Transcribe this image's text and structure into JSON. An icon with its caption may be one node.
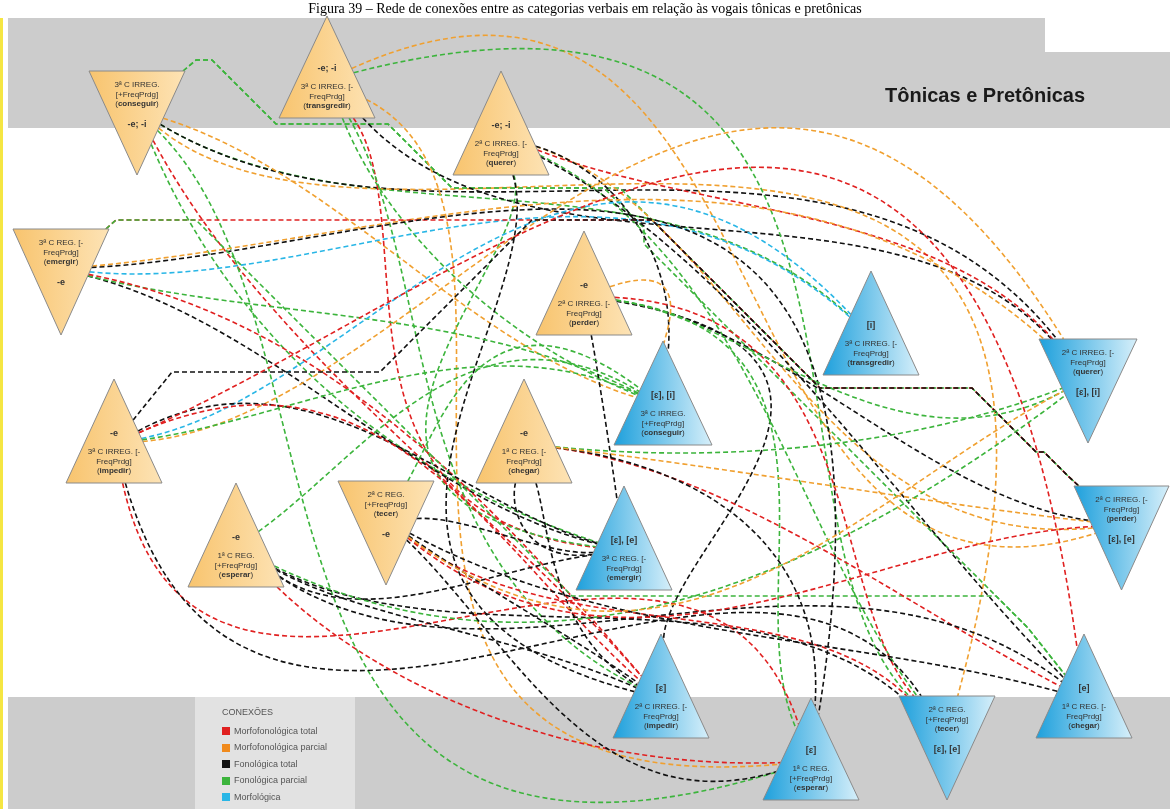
{
  "diagram": {
    "caption": "Figura 39 – Rede de conexões entre as categorias verbais em relação às vogais tônicas e pretônicas",
    "title": "Tônicas e Pretônicas",
    "nodes": [
      {
        "text": [
          "3ª C IRREG. [+FreqPrdg] (**conseguir**)",
          "-e; -i"
        ]
      },
      {
        "text": [
          "-e; -i",
          "3ª C IRREG. [- FreqPrdg] (**transgredir**)"
        ]
      },
      {
        "text": [
          "-e; -i",
          "2ª C IRREG. [- FreqPrdg] (**querer**)"
        ]
      },
      {
        "text": [
          "3ª C REG. [- FreqPrdg] (**emergir**)",
          "-e"
        ]
      },
      {
        "text": [
          "-e",
          "2ª C IRREG. [- FreqPrdg] (**perder**)"
        ]
      },
      {
        "text": [
          "-e",
          "3ª C IRREG. [- FreqPrdg] (**impedir**)"
        ]
      },
      {
        "text": [
          "-e",
          "1ª C REG. [- FreqPrdg] (**chegar**)"
        ]
      },
      {
        "text": [
          "-e",
          "1ª C REG. [+FreqPrdg] (**esperar**)"
        ]
      },
      {
        "text": [
          "2ª C REG. [+FreqPrdg] (**tecer**)",
          "-e"
        ]
      },
      {
        "text": [
          "[i]",
          "3ª C IRREG. [- FreqPrdg] (**transgredir**)"
        ]
      },
      {
        "text": [
          "2ª C IRREG. [- FreqPrdg] (**querer**)",
          "[ɛ], [i]"
        ]
      },
      {
        "text": [
          "[ɛ], [i]",
          "3ª C IRREG. [+FreqPrdg] (**conseguir**)"
        ]
      },
      {
        "text": [
          "[ɛ], [e]",
          "3ª C REG. [- FreqPrdg] (**emergir**)"
        ]
      },
      {
        "text": [
          "2ª C IRREG. [- FreqPrdg] (**perder**)",
          "[ɛ], [e]"
        ]
      },
      {
        "text": [
          "[ɛ]",
          "2ª C IRREG. [- FreqPrdg] (**impedir**)"
        ]
      },
      {
        "text": [
          "[ɛ]",
          "1ª C REG. [+FreqPrdg] (**esperar**)"
        ]
      },
      {
        "text": [
          "2ª C REG. [+FreqPrdg] (**tecer**)",
          "[ɛ], [e]"
        ]
      },
      {
        "text": [
          "[e]",
          "1ª C REG. [- FreqPrdg] (**chegar**)"
        ]
      }
    ],
    "edges": [
      {
        "from": 0,
        "to": 9,
        "arrow": "none",
        "color": "#3cb43c"
      },
      {
        "from": 0,
        "to": 10,
        "arrow": "none",
        "color": "#111111"
      },
      {
        "from": 0,
        "to": 11,
        "arrow": "none",
        "color": "#f0a030"
      },
      {
        "from": 0,
        "to": 12,
        "arrow": "none",
        "color": "#3cb43c"
      },
      {
        "from": 0,
        "to": 13,
        "arrow": "none",
        "color": "#3cb43c"
      },
      {
        "from": 0,
        "to": 14,
        "arrow": "none",
        "color": "#e02020"
      },
      {
        "from": 0,
        "to": 15,
        "arrow": "none",
        "color": "#3cb43c"
      },
      {
        "from": 0,
        "to": 16,
        "arrow": "none",
        "color": "#f0a030"
      },
      {
        "from": 0,
        "to": 17,
        "arrow": "none",
        "color": "#3cb43c"
      },
      {
        "from": 1,
        "to": 10,
        "arrow": "none",
        "color": "#111111"
      },
      {
        "from": 1,
        "to": 11,
        "arrow": "none",
        "color": "#3cb43c"
      },
      {
        "from": 1,
        "to": 12,
        "arrow": "none",
        "color": "#e02020"
      },
      {
        "from": 1,
        "to": 13,
        "arrow": "none",
        "color": "#f0a030"
      },
      {
        "from": 1,
        "to": 14,
        "arrow": "none",
        "color": "#3cb43c"
      },
      {
        "from": 1,
        "to": 15,
        "arrow": "none",
        "color": "#f0a030"
      },
      {
        "from": 1,
        "to": 16,
        "arrow": "none",
        "color": "#3cb43c"
      },
      {
        "from": 2,
        "to": 10,
        "arrow": "none",
        "color": "#e02020"
      },
      {
        "from": 2,
        "to": 13,
        "arrow": "none",
        "color": "#f0a030"
      },
      {
        "from": 2,
        "to": 11,
        "arrow": "none",
        "color": "#111111"
      },
      {
        "from": 2,
        "to": 12,
        "arrow": "none",
        "color": "#3cb43c"
      },
      {
        "from": 2,
        "to": 14,
        "arrow": "none",
        "color": "#111111"
      },
      {
        "from": 2,
        "to": 16,
        "arrow": "none",
        "color": "#3cb43c"
      },
      {
        "from": 2,
        "to": 17,
        "arrow": "none",
        "color": "#111111"
      },
      {
        "from": 3,
        "to": 9,
        "arrow": "none",
        "color": "#29b6e6"
      },
      {
        "from": 3,
        "to": 10,
        "arrow": "none",
        "color": "#f0a030"
      },
      {
        "from": 3,
        "to": 12,
        "arrow": "none",
        "color": "#111111"
      },
      {
        "from": 3,
        "to": 11,
        "arrow": "none",
        "color": "#3cb43c"
      },
      {
        "from": 3,
        "to": 13,
        "arrow": "none",
        "color": "#e02020"
      },
      {
        "from": 3,
        "to": 14,
        "arrow": "none",
        "color": "#e02020"
      },
      {
        "from": 3,
        "to": 15,
        "arrow": "none",
        "color": "#111111"
      },
      {
        "from": 3,
        "to": 17,
        "arrow": "none",
        "color": "#3cb43c"
      },
      {
        "from": 4,
        "to": 13,
        "arrow": "none",
        "color": "#111111"
      },
      {
        "from": 4,
        "to": 12,
        "arrow": "none",
        "color": "#111111"
      },
      {
        "from": 4,
        "to": 14,
        "arrow": "none",
        "color": "#111111"
      },
      {
        "from": 4,
        "to": 15,
        "arrow": "none",
        "color": "#3cb43c"
      },
      {
        "from": 4,
        "to": 16,
        "arrow": "none",
        "color": "#e02020"
      },
      {
        "from": 4,
        "to": 10,
        "arrow": "none",
        "color": "#3cb43c"
      },
      {
        "from": 4,
        "to": 11,
        "arrow": "none",
        "color": "#f0a030"
      },
      {
        "from": 5,
        "to": 9,
        "arrow": "none",
        "color": "#29b6e6"
      },
      {
        "from": 5,
        "to": 10,
        "arrow": "none",
        "color": "#f0a030"
      },
      {
        "from": 5,
        "to": 11,
        "arrow": "none",
        "color": "#3cb43c"
      },
      {
        "from": 5,
        "to": 12,
        "arrow": "none",
        "color": "#111111"
      },
      {
        "from": 5,
        "to": 13,
        "arrow": "none",
        "color": "#111111"
      },
      {
        "from": 5,
        "to": 14,
        "arrow": "none",
        "color": "#e02020"
      },
      {
        "from": 5,
        "to": 15,
        "arrow": "none",
        "color": "#e02020"
      },
      {
        "from": 5,
        "to": 16,
        "arrow": "none",
        "color": "#111111"
      },
      {
        "from": 5,
        "to": 17,
        "arrow": "none",
        "color": "#e02020"
      },
      {
        "from": 6,
        "to": 17,
        "arrow": "none",
        "color": "#e02020"
      },
      {
        "from": 6,
        "to": 12,
        "arrow": "none",
        "color": "#111111"
      },
      {
        "from": 6,
        "to": 14,
        "arrow": "none",
        "color": "#111111"
      },
      {
        "from": 6,
        "to": 15,
        "arrow": "none",
        "color": "#111111"
      },
      {
        "from": 6,
        "to": 10,
        "arrow": "none",
        "color": "#3cb43c"
      },
      {
        "from": 6,
        "to": 13,
        "arrow": "none",
        "color": "#f0a030"
      },
      {
        "from": 7,
        "to": 15,
        "arrow": "none",
        "color": "#e02020"
      },
      {
        "from": 7,
        "to": 14,
        "arrow": "none",
        "color": "#111111"
      },
      {
        "from": 7,
        "to": 12,
        "arrow": "none",
        "color": "#111111"
      },
      {
        "from": 7,
        "to": 16,
        "arrow": "none",
        "color": "#111111"
      },
      {
        "from": 7,
        "to": 17,
        "arrow": "none",
        "color": "#111111"
      },
      {
        "from": 7,
        "to": 11,
        "arrow": "none",
        "color": "#3cb43c"
      },
      {
        "from": 7,
        "to": 10,
        "arrow": "none",
        "color": "#3cb43c"
      },
      {
        "from": 8,
        "to": 16,
        "arrow": "none",
        "color": "#e02020"
      },
      {
        "from": 8,
        "to": 13,
        "arrow": "none",
        "color": "#e02020"
      },
      {
        "from": 8,
        "to": 12,
        "arrow": "none",
        "color": "#111111"
      },
      {
        "from": 8,
        "to": 14,
        "arrow": "none",
        "color": "#111111"
      },
      {
        "from": 8,
        "to": 15,
        "arrow": "none",
        "color": "#111111"
      },
      {
        "from": 8,
        "to": 17,
        "arrow": "none",
        "color": "#111111"
      },
      {
        "from": 8,
        "to": 10,
        "arrow": "none",
        "color": "#f0a030"
      },
      {
        "from": 8,
        "to": 11,
        "arrow": "none",
        "color": "#3cb43c"
      }
    ],
    "labels": [
      "CONEXÕES"
    ],
    "legend": [
      {
        "text": "Morfofonológica total",
        "color": "#e02020"
      },
      {
        "text": "Morfofonológica parcial",
        "color": "#f08a1c"
      },
      {
        "text": "Fonológica total",
        "color": "#111111"
      },
      {
        "text": "Fonológica parcial",
        "color": "#3cb43c"
      },
      {
        "text": "Morfológica",
        "color": "#29b6e6"
      }
    ]
  }
}
